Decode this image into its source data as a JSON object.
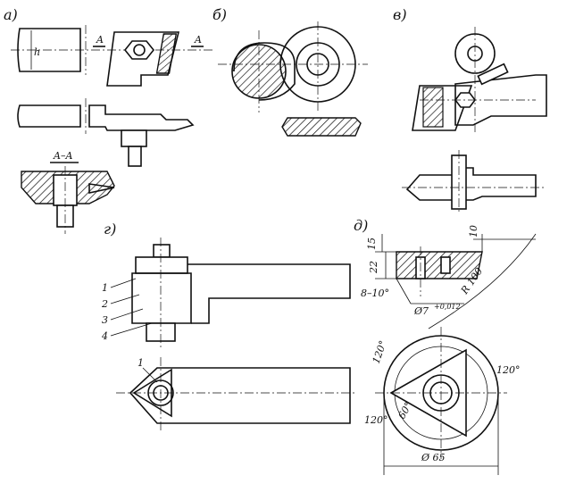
{
  "views": {
    "a": "а)",
    "b": "б)",
    "v": "в)",
    "g": "г)",
    "d": "д)"
  },
  "labels": {
    "h": "h",
    "section_a1": "A",
    "section_a2": "A",
    "section_aa": "A–A",
    "part1": "1",
    "part2": "2",
    "part3": "3",
    "part4": "4",
    "part1b": "1"
  },
  "dims": {
    "d15": "15",
    "d22": "22",
    "d10": "10",
    "angle": "8–10°",
    "radius": "R 100",
    "hole": "Ø7",
    "hole_tol": "+0,012",
    "a120_1": "120°",
    "a120_2": "120°",
    "a120_3": "120°",
    "a60": "60°",
    "d65": "Ø 65"
  }
}
